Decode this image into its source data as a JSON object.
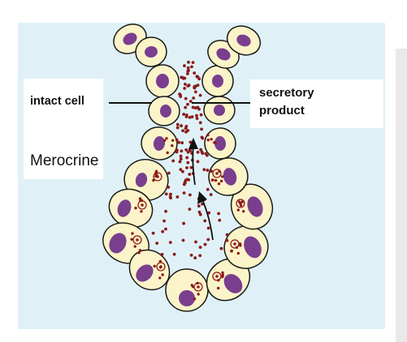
{
  "figure": {
    "type_label": "Merocrine",
    "cell_label": "intact cell",
    "product_label_line1": "secretory",
    "product_label_line2": "product"
  },
  "colors": {
    "panel_background": "#dff1f7",
    "label_box": "#ffffff",
    "cell_fill": "#fbf4c8",
    "cell_outline": "#1a1a1a",
    "nucleus": "#7a3e8e",
    "secretory_granule": "#8b1a1a",
    "vesicle_outline": "#8b1a1a",
    "arrow": "#111111"
  },
  "icons": [
    "upward-arrow-icon",
    "leader-line"
  ]
}
